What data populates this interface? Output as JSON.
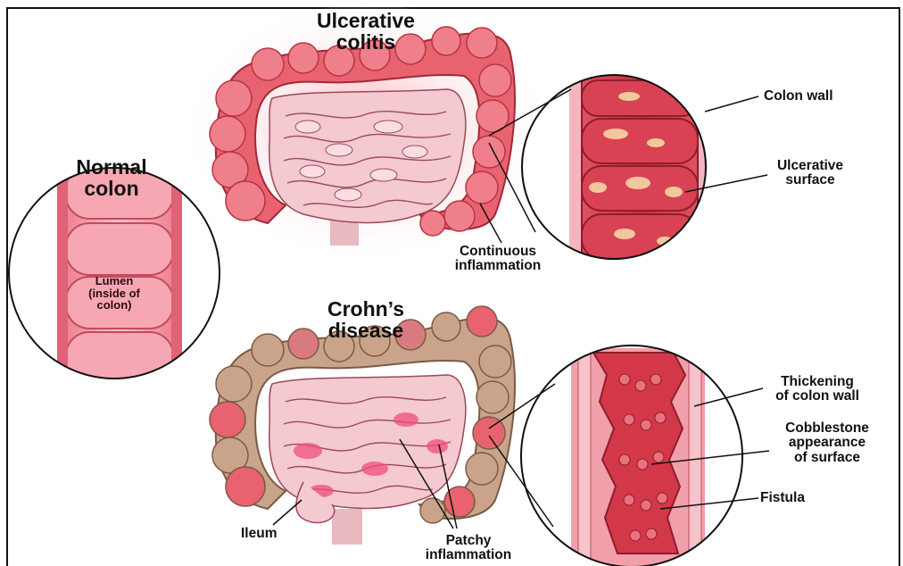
{
  "titles": {
    "ulcerative_l1": "Ulcerative",
    "ulcerative_l2": "colitis",
    "normal_l1": "Normal",
    "normal_l2": "colon",
    "crohns_l1": "Crohn’s",
    "crohns_l2": "disease"
  },
  "labels": {
    "lumen_l1": "Lumen",
    "lumen_l2": "(inside of",
    "lumen_l3": "colon)",
    "colon_wall": "Colon wall",
    "ulcerative_surface_l1": "Ulcerative",
    "ulcerative_surface_l2": "surface",
    "continuous_l1": "Continuous",
    "continuous_l2": "inflammation",
    "thickening_l1": "Thickening",
    "thickening_l2": "of colon wall",
    "cobble_l1": "Cobblestone",
    "cobble_l2": "appearance",
    "cobble_l3": "of surface",
    "fistula": "Fistula",
    "ileum": "Ileum",
    "patchy_l1": "Patchy",
    "patchy_l2": "inflammation"
  },
  "colors": {
    "inflamed": "#e8636f",
    "inflamed_dark": "#c23c4b",
    "intestine": "#f4c9d0",
    "crohns_tan": "#c9a48a",
    "normal_pink": "#f08a9a",
    "outline": "#111111"
  }
}
